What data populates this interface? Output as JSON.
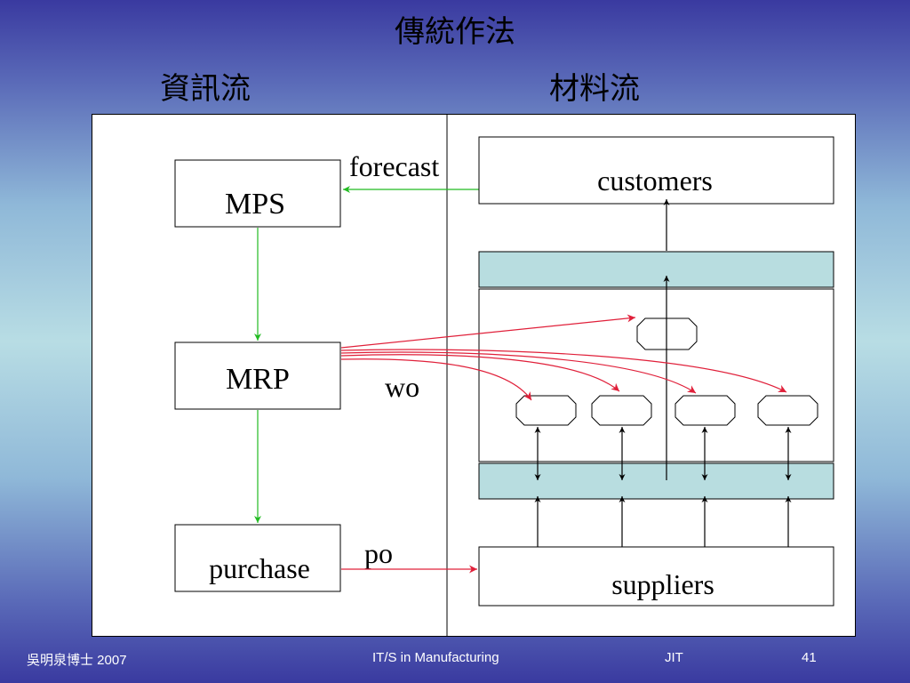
{
  "slide": {
    "title": "傳統作法",
    "left_heading": "資訊流",
    "right_heading": "材料流"
  },
  "diagram": {
    "mps": "MPS",
    "mrp": "MRP",
    "purchase": "purchase",
    "customers": "customers",
    "suppliers": "suppliers",
    "forecast": "forecast",
    "wo": "wo",
    "po": "po"
  },
  "colors": {
    "info_arrow": "#22bb22",
    "order_arrow": "#e0203a",
    "buffer_fill": "#b8dde0"
  },
  "footer": {
    "author": "吳明泉博士  2007",
    "course": "IT/S in Manufacturing",
    "topic": "JIT",
    "page": "41"
  }
}
